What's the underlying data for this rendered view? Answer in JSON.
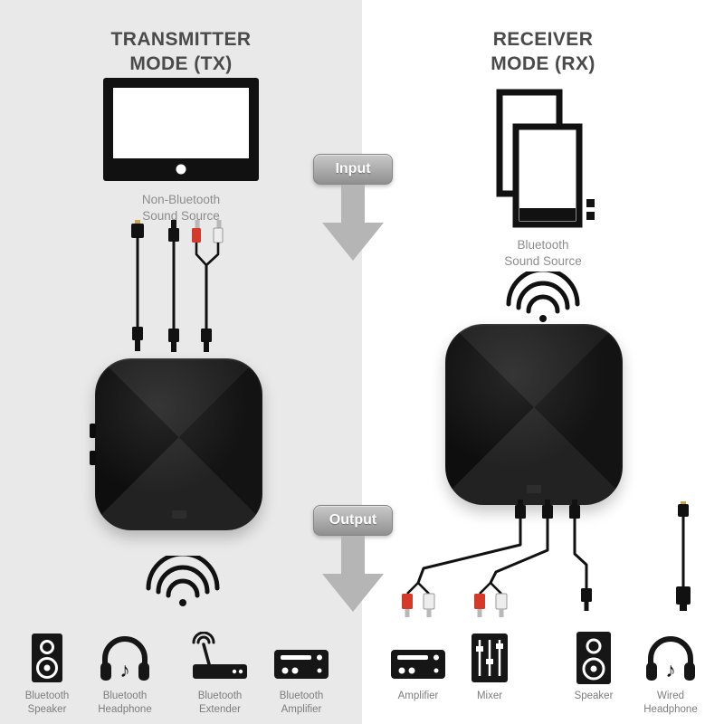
{
  "tx": {
    "title": "TRANSMITTER\nMODE (TX)",
    "source_label": "Non-Bluetooth\nSound Source",
    "outputs": [
      {
        "label": "Bluetooth\nSpeaker",
        "icon": "bluetooth-speaker-icon"
      },
      {
        "label": "Bluetooth\nHeadphone",
        "icon": "bluetooth-headphone-icon"
      },
      {
        "label": "Bluetooth\nExtender",
        "icon": "bluetooth-extender-icon"
      },
      {
        "label": "Bluetooth\nAmplifier",
        "icon": "bluetooth-amplifier-icon"
      }
    ]
  },
  "rx": {
    "title": "RECEIVER\nMODE (RX)",
    "source_label": "Bluetooth\nSound Source",
    "outputs": [
      {
        "label": "Amplifier",
        "icon": "amplifier-icon"
      },
      {
        "label": "Mixer",
        "icon": "mixer-icon"
      },
      {
        "label": "Speaker",
        "icon": "speaker-icon"
      },
      {
        "label": "Wired\nHeadphone",
        "icon": "wired-headphone-icon"
      }
    ]
  },
  "flow": {
    "input_label": "Input",
    "output_label": "Output"
  },
  "colors": {
    "left_panel_bg": "#e9e9e9",
    "right_panel_bg": "#ffffff",
    "title_text": "#4a4a4a",
    "muted_text": "#8c8c8c",
    "glyph_black": "#161616",
    "flow_arrow_gray": "#b5b5b5",
    "rca_red": "#d43a2a",
    "rca_white": "#ededed"
  }
}
